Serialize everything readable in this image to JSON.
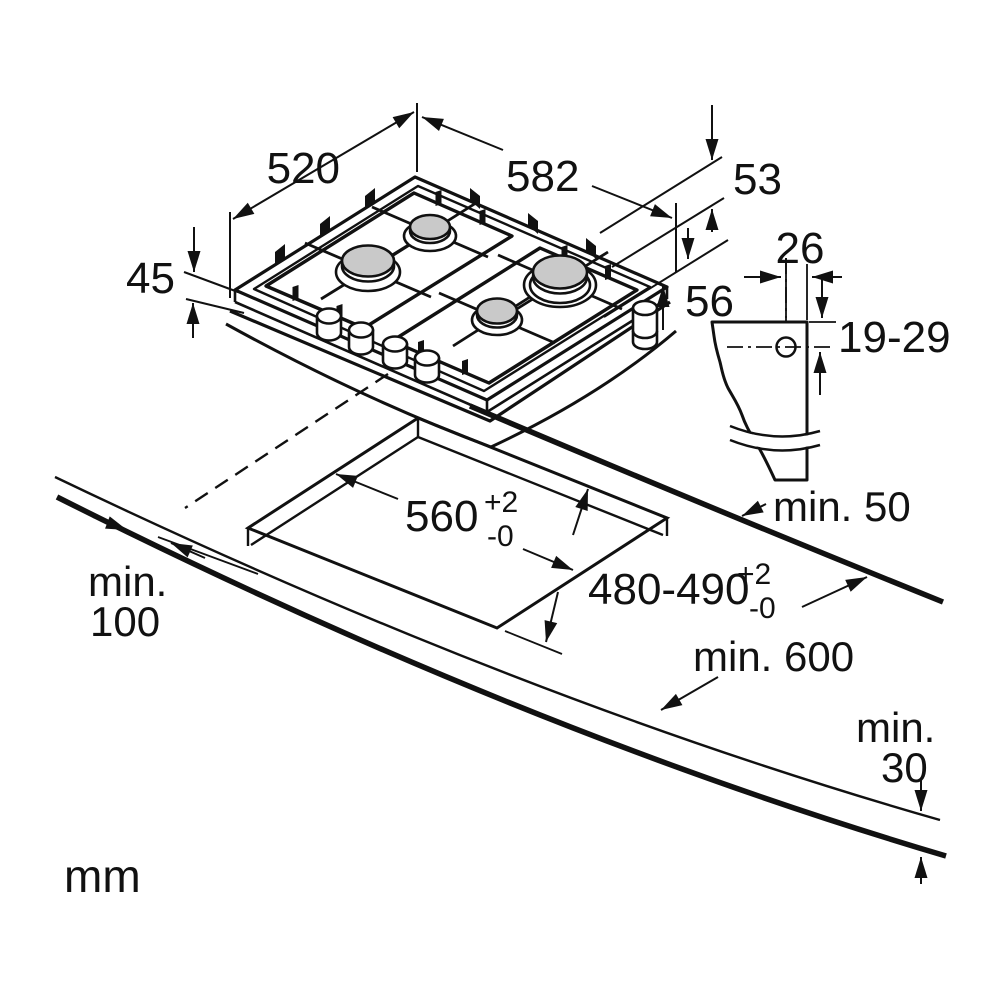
{
  "title": "Gas hob installation dimensions diagram",
  "unit_label": "mm",
  "colors": {
    "line": "#111111",
    "burner_fill": "#c9c9c9",
    "background": "#ffffff"
  },
  "hob_dims": {
    "width": "582",
    "depth": "520",
    "height": "45",
    "profile_upper": "53",
    "profile_lower": "56"
  },
  "cutout_dims": {
    "width": "560",
    "width_tol_sup": "+2",
    "width_tol_sub": "-0",
    "depth": "480-490",
    "depth_tol_sup": "+2",
    "depth_tol_sub": "-0"
  },
  "clearance_dims": {
    "rear": "min. 50",
    "side_line1": "min.",
    "side_line2": "100",
    "worktop_depth": "min. 600",
    "panel_line1": "min.",
    "panel_line2": "30"
  },
  "bracket_dims": {
    "screw_offset": "26",
    "hole_range": "19-29"
  }
}
